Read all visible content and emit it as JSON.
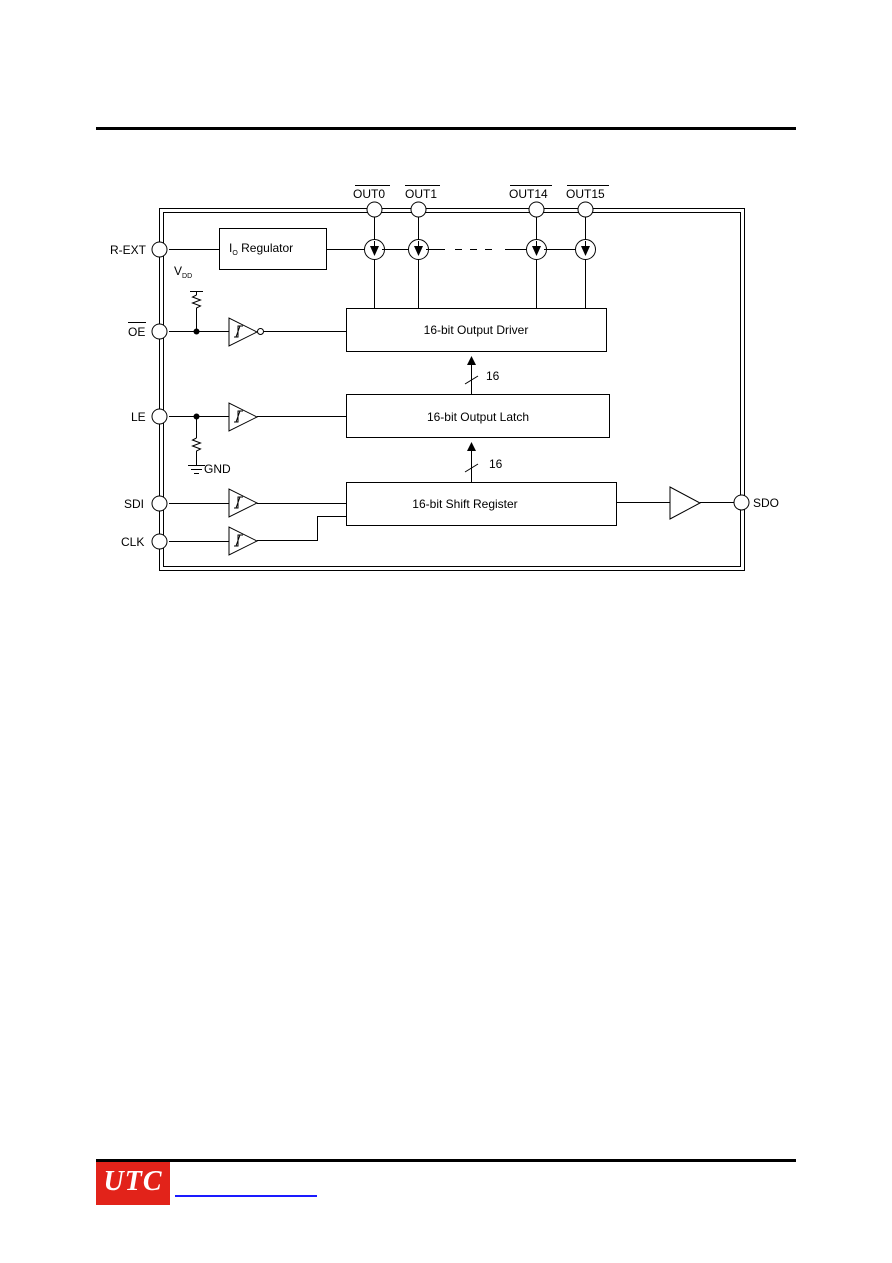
{
  "pins": {
    "rext": "R-EXT",
    "oe": "OE",
    "le": "LE",
    "sdi": "SDI",
    "clk": "CLK",
    "sdo": "SDO",
    "out0": "OUT0",
    "out1": "OUT1",
    "out14": "OUT14",
    "out15": "OUT15"
  },
  "supply": {
    "vdd_main": "V",
    "vdd_sub": "DD",
    "gnd": "GND"
  },
  "blocks": {
    "regulator_main": "I",
    "regulator_sub": "O",
    "regulator_rest": " Regulator",
    "output_driver": "16-bit Output Driver",
    "output_latch": "16-bit Output Latch",
    "shift_register": "16-bit Shift Register"
  },
  "bus_width": {
    "upper": "16",
    "lower": "16"
  },
  "footer": {
    "logo": "UTC"
  },
  "colors": {
    "logo_bg": "#e2231a",
    "link": "#1a1aff"
  }
}
